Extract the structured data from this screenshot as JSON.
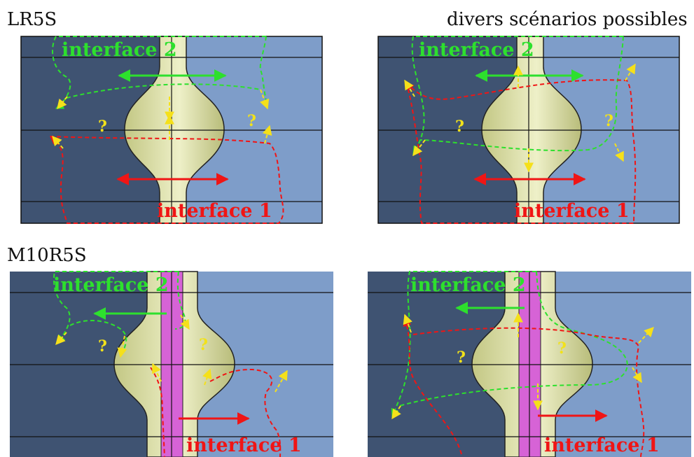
{
  "header": {
    "row1_label": "LR5S",
    "row2_label": "M10R5S",
    "scenarios_label": "divers scénarios possibles"
  },
  "panels": {
    "interface_green": "interface 2",
    "interface_red": "interface 1",
    "question": "?"
  },
  "colors": {
    "background_dark": "#3f5372",
    "background_light": "#7e9dc9",
    "bulb": "#d8dba0",
    "stem_magenta": "#d663d6",
    "green": "#2de02d",
    "red": "#f01515",
    "yellow": "#f5e01a"
  }
}
